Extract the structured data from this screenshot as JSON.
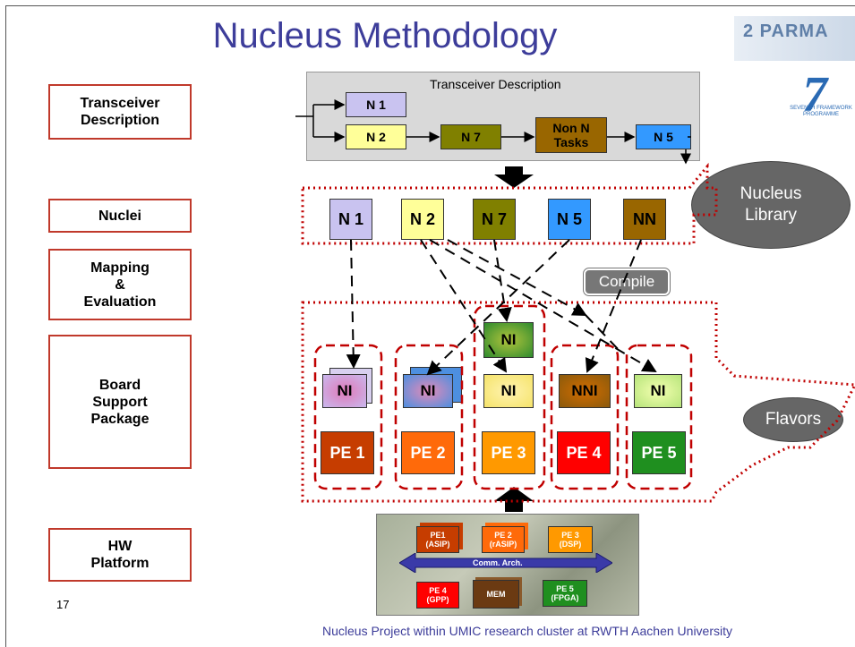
{
  "title": "Nucleus Methodology",
  "logos": {
    "parma": "2 PARMA",
    "fp7_number": "7",
    "fp7_text": "SEVENTH FRAMEWORK\nPROGRAMME"
  },
  "left_labels": [
    "Transceiver\nDescription",
    "Nuclei",
    "Mapping\n&\nEvaluation",
    "Board\nSupport\nPackage",
    "HW\nPlatform"
  ],
  "transceiver": {
    "title": "Transceiver Description",
    "blocks": [
      "N 1",
      "N 2",
      "N 7",
      "Non N\nTasks",
      "N 5"
    ]
  },
  "nuclei": [
    "N 1",
    "N 2",
    "N 7",
    "N 5",
    "NN"
  ],
  "nucleus_library": "Nucleus\nLibrary",
  "compile": "Compile",
  "flavors": "Flavors",
  "ni_labels": [
    "NI",
    "NI",
    "NI",
    "NI",
    "NNI",
    "NI"
  ],
  "pe_labels": [
    "PE 1",
    "PE 2",
    "PE 3",
    "PE 4",
    "PE 5"
  ],
  "hw": {
    "chips": [
      "PE1\n(ASIP)",
      "PE 2\n(rASIP)",
      "PE 3\n(DSP)",
      "PE 4\n(GPP)",
      "MEM",
      "PE 5\n(FPGA)"
    ],
    "comm": "Comm. Arch."
  },
  "slide_number": "17",
  "footer": "Nucleus Project within UMIC research cluster at RWTH Aachen University",
  "colors": {
    "n1": "#c9c3f0",
    "n2": "#ffff99",
    "n7": "#808000",
    "n5": "#3399ff",
    "nn": "#996600",
    "pe1": "#c63d00",
    "pe2": "#ff6a0a",
    "pe3": "#ff9900",
    "pe4": "#ff0000",
    "pe5": "#1f8f1f",
    "dotted": "#c00000",
    "dashed": "#c00000"
  }
}
